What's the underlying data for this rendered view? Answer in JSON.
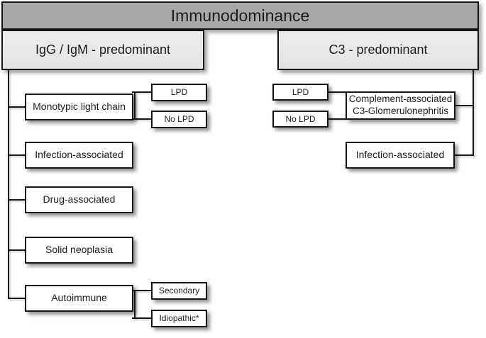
{
  "title": "Immunodominance",
  "left_branch": {
    "header": "IgG / IgM - predominant",
    "nodes": [
      {
        "label": "Monotypic light chain",
        "children": [
          "LPD",
          "No LPD"
        ]
      },
      {
        "label": "Infection-associated",
        "children": []
      },
      {
        "label": "Drug-associated",
        "children": []
      },
      {
        "label": "Solid neoplasia",
        "children": []
      },
      {
        "label": "Autoimmune",
        "children": [
          "Secondary",
          "Idiopathic*"
        ]
      }
    ]
  },
  "right_branch": {
    "header": "C3 - predominant",
    "source_nodes": [
      "LPD",
      "No LPD"
    ],
    "complement_node": {
      "line1": "Complement-associated",
      "line2": "C3-Glomerulonephritis"
    },
    "infection_node": "Infection-associated"
  },
  "colors": {
    "banner_fill": "#a8a8a8",
    "header_fill": "#e9e9e9",
    "node_fill": "#ffffff",
    "border": "#151515"
  }
}
